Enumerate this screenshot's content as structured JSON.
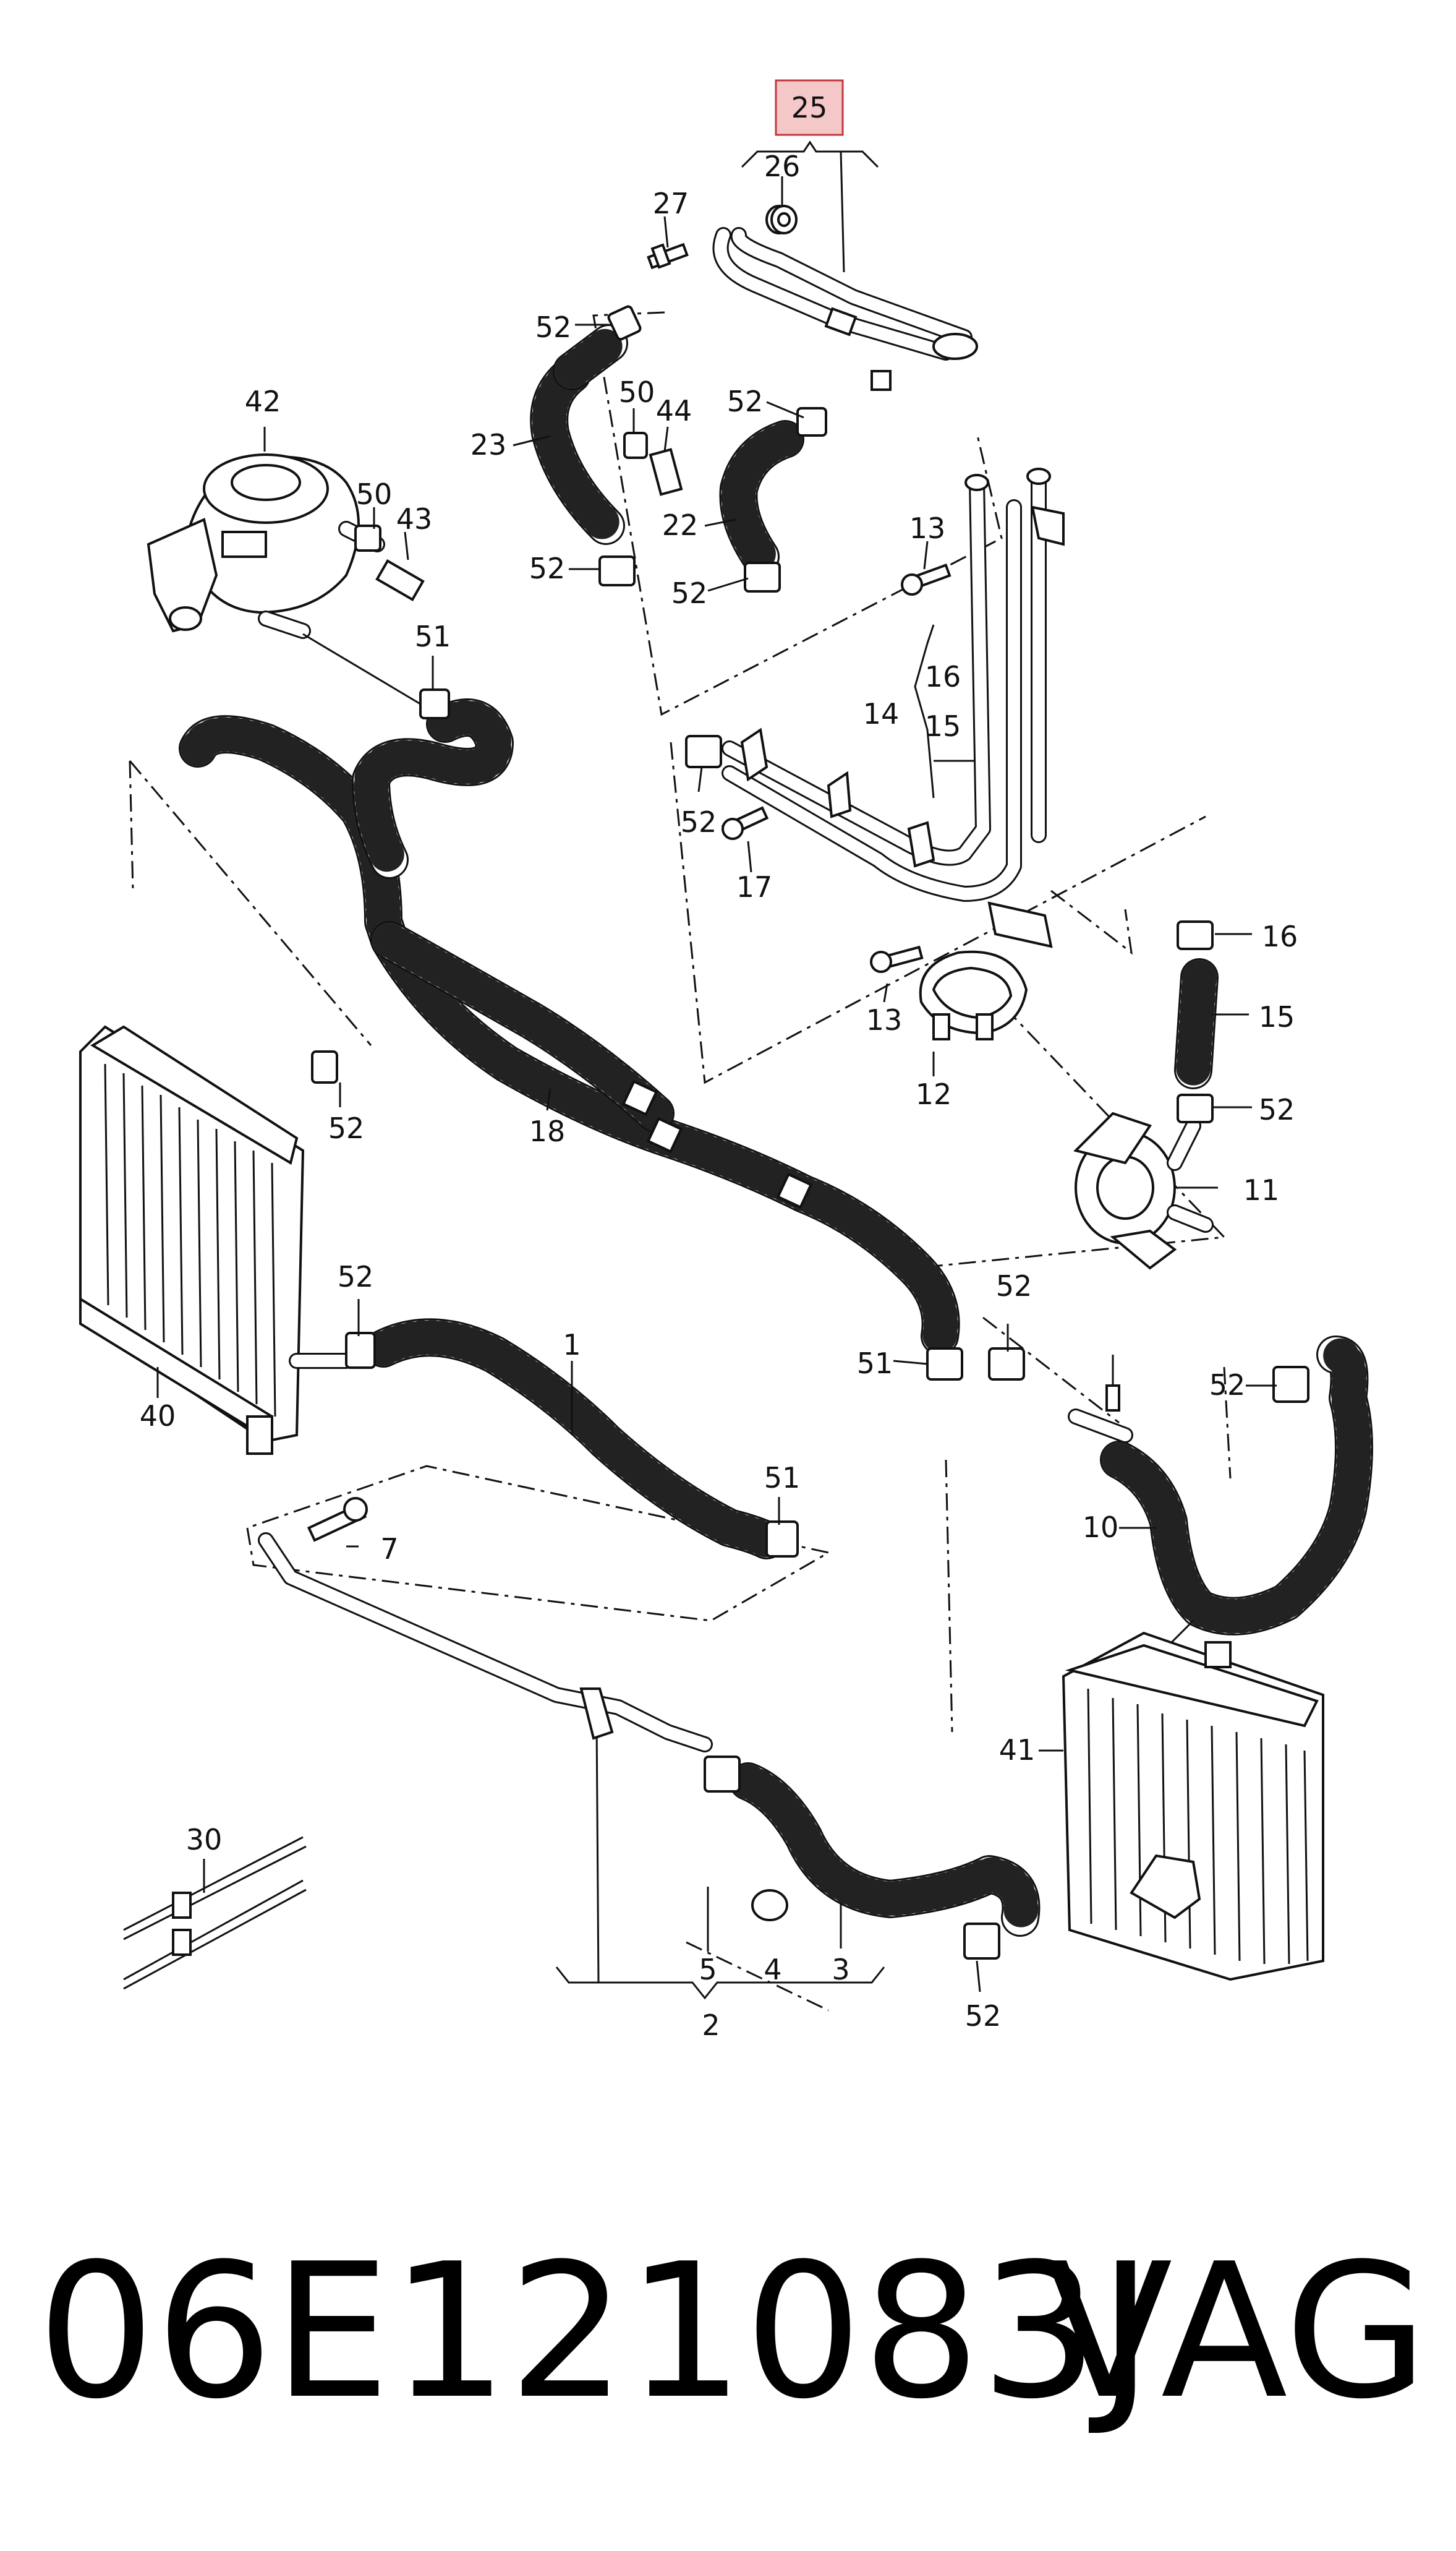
{
  "callouts": {
    "c1": "1",
    "c2": "2",
    "c3": "3",
    "c4": "4",
    "c5": "5",
    "c7": "7",
    "c10": "10",
    "c11": "11",
    "c12": "12",
    "c13a": "13",
    "c13b": "13",
    "c14": "14",
    "c15a": "15",
    "c15b": "15",
    "c16a": "16",
    "c16b": "16",
    "c17": "17",
    "c18": "18",
    "c22": "22",
    "c23": "23",
    "c25": "25",
    "c26": "26",
    "c27": "27",
    "c30": "30",
    "c40": "40",
    "c41": "41",
    "c42": "42",
    "c43": "43",
    "c44": "44",
    "c50a": "50",
    "c50b": "50",
    "c51a": "51",
    "c51b": "51",
    "c51c": "51",
    "c52a": "52",
    "c52b": "52",
    "c52c": "52",
    "c52d": "52",
    "c52e": "52",
    "c52f": "52",
    "c52g": "52",
    "c52h": "52",
    "c52i": "52",
    "c52j": "52",
    "c52k": "52"
  },
  "highlight_color": "#f4c7c9",
  "footer": {
    "part_number": "06E121083J",
    "brand": "VAG"
  }
}
